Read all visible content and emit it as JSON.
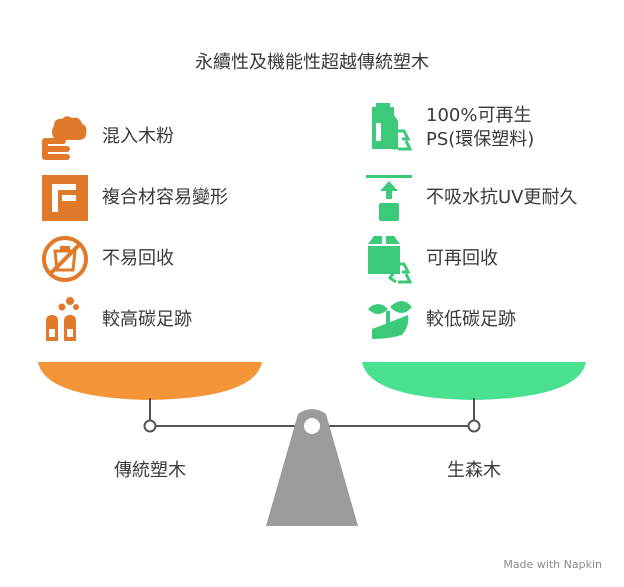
{
  "title": "永續性及機能性超越傳統塑木",
  "left": {
    "label": "傳統塑木",
    "color": "#f5953a",
    "icon_color": "#e07a2a",
    "items": [
      {
        "text": "混入木粉",
        "icon": "wood-powder-icon"
      },
      {
        "text": "複合材容易變形",
        "icon": "deform-icon"
      },
      {
        "text": "不易回收",
        "icon": "no-recycle-icon"
      },
      {
        "text": "較高碳足跡",
        "icon": "high-carbon-icon"
      }
    ]
  },
  "right": {
    "label": "生森木",
    "color": "#49e08f",
    "icon_color": "#3cc97a",
    "items": [
      {
        "text": "100%可再生\nPS(環保塑料)",
        "icon": "recycled-bottle-icon"
      },
      {
        "text": "不吸水抗UV更耐久",
        "icon": "water-resistant-icon"
      },
      {
        "text": "可再回收",
        "icon": "recycle-box-icon"
      },
      {
        "text": "較低碳足跡",
        "icon": "low-carbon-leaf-icon"
      }
    ]
  },
  "watermark": "Made with  Napkin"
}
